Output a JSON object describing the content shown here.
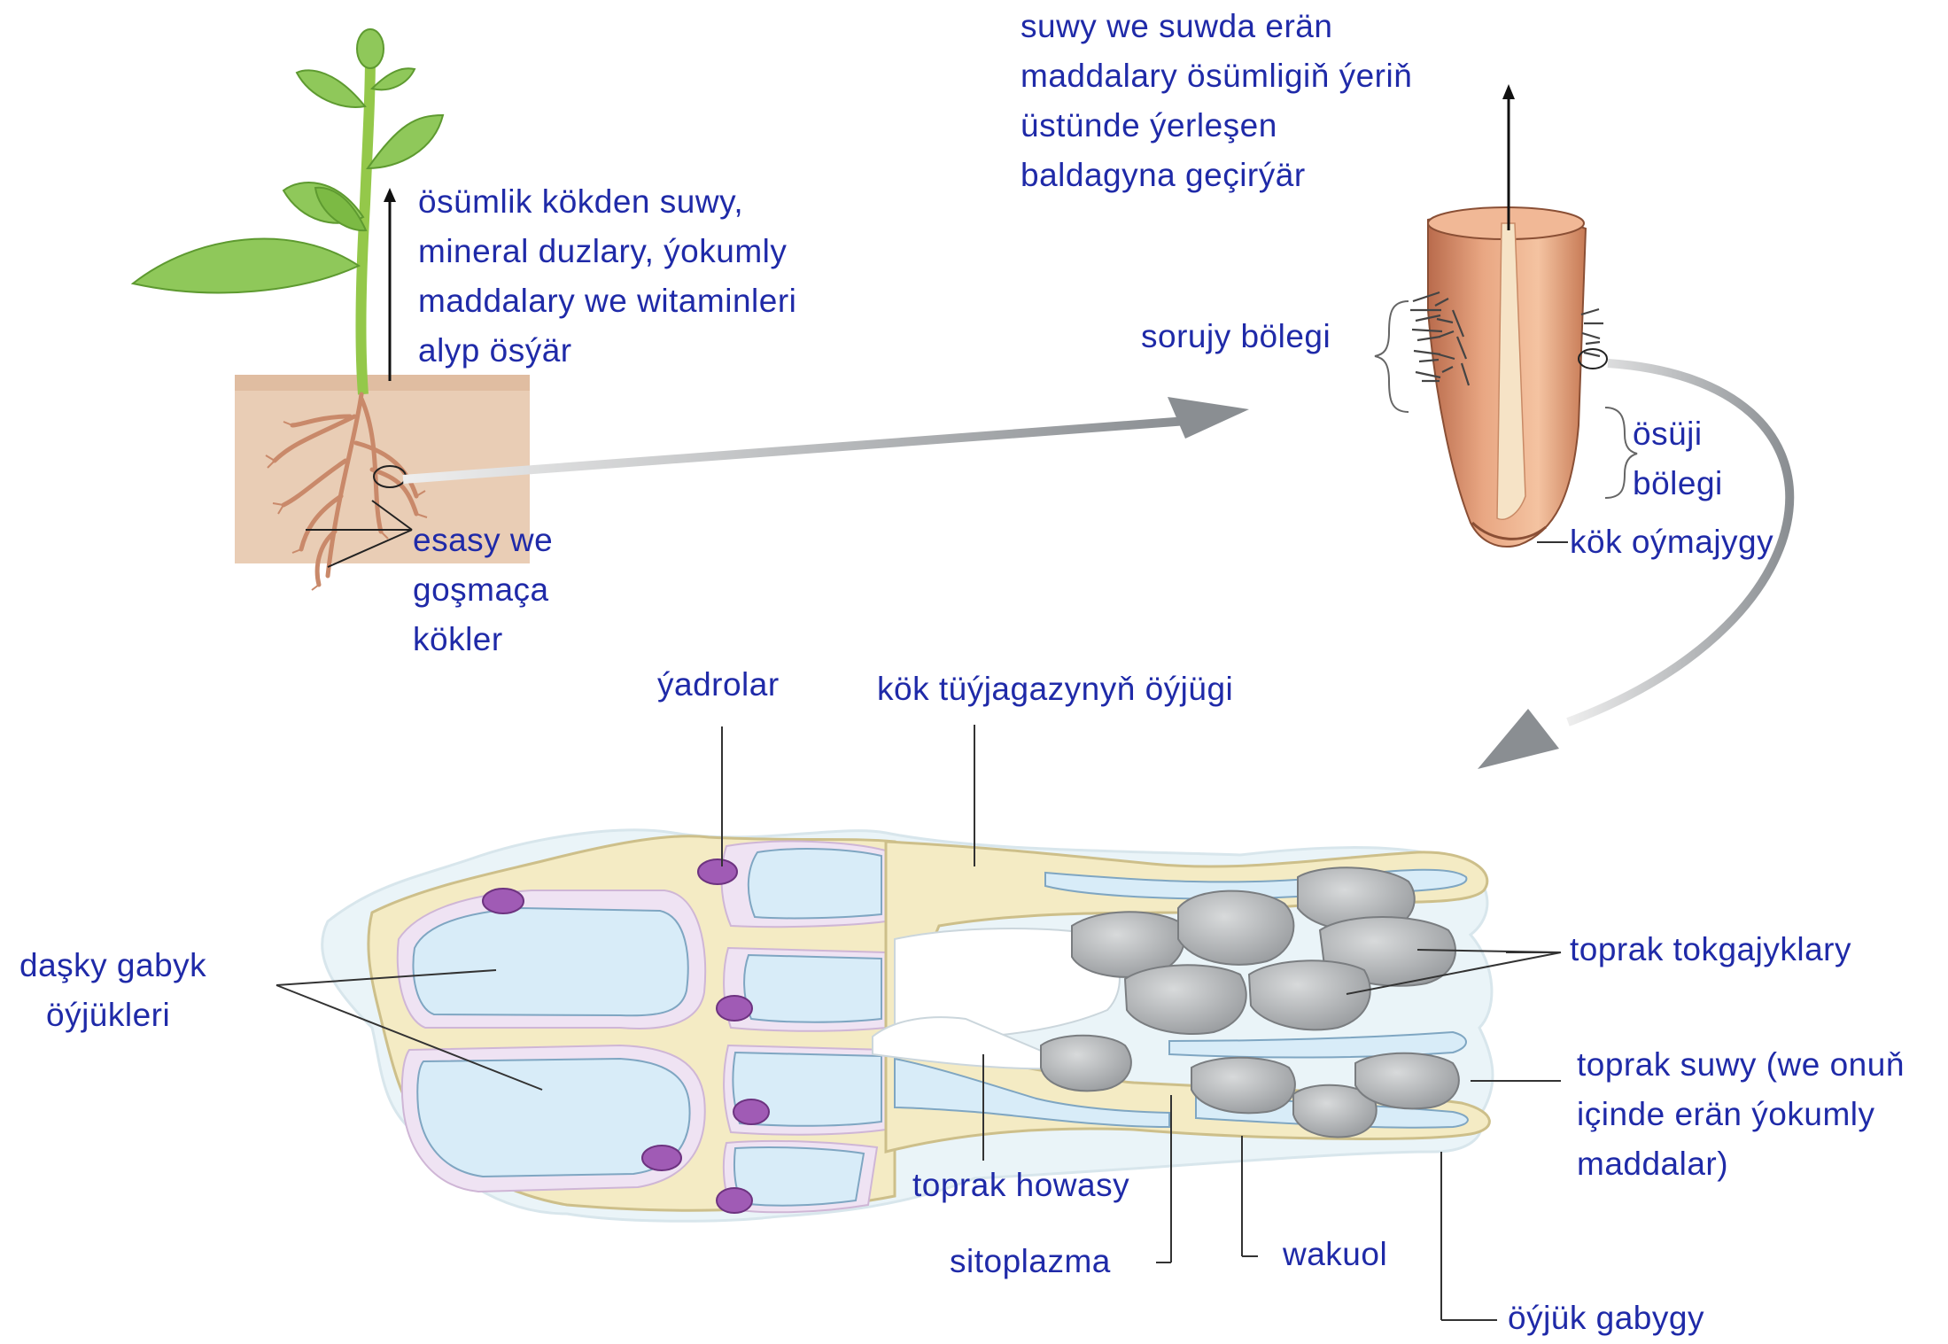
{
  "labels": {
    "grow_up": [
      "ösümlik kökden suwy,",
      "mineral duzlary, ýokumly",
      "maddalary we witaminleri",
      "alyp ösýär"
    ],
    "roots": [
      "esasy we",
      "goşmaça",
      "kökler"
    ],
    "water_up": [
      "suwy we suwda erän",
      "maddalary ösümligiň ýeriň",
      "üstünde ýerleşen",
      "baldagyna geçirýär"
    ],
    "absorb_zone": "sorujy bölegi",
    "growth_zone": [
      "ösüji",
      "bölegi"
    ],
    "root_cap": "kök oýmajygy",
    "nuclei": "ýadrolar",
    "root_hair_cell": "kök tüýjagazynyň öýjügi",
    "cortex_cells": [
      "daşky gabyk",
      "öýjükleri"
    ],
    "soil_particles": "toprak tokgajyklary",
    "soil_water": [
      "toprak suwy (we onuň",
      "içinde erän ýokumly",
      "maddalar)"
    ],
    "soil_air": "toprak howasy",
    "cytoplasm": "sitoplazma",
    "vacuole": "wakuol",
    "cell_wall": "öýjük gabygy"
  },
  "colors": {
    "text": "#1f2aa8",
    "soil": "#e9cdb5",
    "leaf": "#8fc85a",
    "stem": "#9fd04f",
    "root": "#c9896a",
    "cell_wall": "#f4ebc4",
    "cytoplasm": "#efe3f3",
    "vacuole": "#d8ecf8",
    "nucleus": "#a05bb5",
    "particle": "#b9bcbf",
    "arrow": "#9ea2a6"
  }
}
